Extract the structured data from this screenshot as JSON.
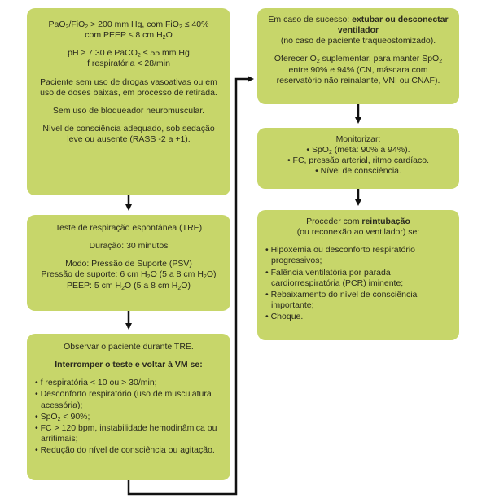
{
  "left_column": {
    "box1": {
      "criteria": [
        [
          "PaO",
          "2",
          "/FiO",
          "2",
          " > 200 mm Hg, com FiO",
          "2",
          " ≤ 40%"
        ],
        [
          "com PEEP ≤ 8 cm H",
          "2",
          "O"
        ],
        [
          "pH ≥ 7,30 e PaCO",
          "2",
          " ≤ 55 mm Hg"
        ],
        [
          "f respiratória < 28/min"
        ]
      ],
      "vasoactive": "Paciente sem uso de drogas vasoativas ou em uso de doses baixas, em processo de retirada.",
      "blocker": "Sem uso de bloqueador neuromuscular.",
      "consciousness": "Nível de consciência adequado, sob sedação leve ou ausente (RASS -2 a +1)."
    },
    "box2": {
      "title": "Teste de respiração espontânea (TRE)",
      "duration": "Duração: 30 minutos",
      "mode": "Modo: Pressão de Suporte (PSV)",
      "support_pressure": [
        "Pressão de suporte: 6 cm H",
        "2",
        "O (5 a 8 cm H",
        "2",
        "O)"
      ],
      "peep": [
        "PEEP: 5 cm H",
        "2",
        "O (5 a 8 cm H",
        "2",
        "O)"
      ]
    },
    "box3": {
      "observe": "Observar o paciente durante TRE.",
      "interrupt": "Interromper o teste e voltar à VM se:",
      "items": [
        [
          "• f respiratória < 10 ou > 30/min;"
        ],
        [
          "• Desconforto respiratório (uso de musculatura acessória);"
        ],
        [
          "• SpO",
          "2",
          " < 90%;"
        ],
        [
          "• FC > 120 bpm, instabilidade hemodinâmica ou arritimais;"
        ],
        [
          "• Redução do nível de consciência ou agitação."
        ]
      ]
    }
  },
  "right_column": {
    "box4": {
      "success_prefix": "Em caso de sucesso: ",
      "success_bold": "extubar ou desconectar ventilador",
      "success_note": "(no caso de paciente traqueostomizado).",
      "oxygen": [
        "Oferecer O",
        "2",
        " suplementar, para manter SpO",
        "2",
        " entre 90% e 94% (CN, máscara com reservatório não reinalante, VNI ou CNAF)."
      ]
    },
    "box5": {
      "title": "Monitorizar:",
      "items": [
        [
          "• SpO",
          "2",
          " (meta: 90% a 94%)."
        ],
        [
          "• FC, pressão arterial, ritmo cardíaco."
        ],
        [
          "• Nível de consciência."
        ]
      ]
    },
    "box6": {
      "prefix": "Proceder com ",
      "bold": "reintubação",
      "note": "(ou reconexão ao ventilador) se:",
      "items": [
        "• Hipoxemia ou desconforto respiratório progressivos;",
        "• Falência ventilatória por parada cardiorrespiratória (PCR) iminente;",
        "• Rebaixamento do nível de consciência importante;",
        "• Choque."
      ]
    }
  },
  "colors": {
    "box_fill": "#c7d66a",
    "arrow": "#111111",
    "text": "#2a2a1e"
  }
}
